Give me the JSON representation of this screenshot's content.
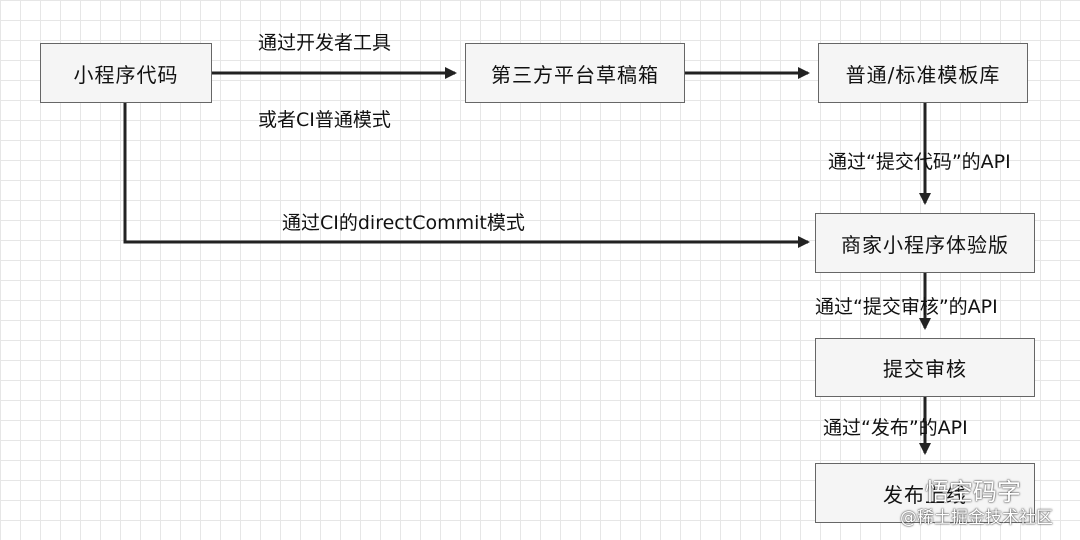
{
  "nodes": {
    "miniprogram_code": "小程序代码",
    "thirdparty_drafts": "第三方平台草稿箱",
    "template_library": "普通/标准模板库",
    "merchant_trial": "商家小程序体验版",
    "submit_review": "提交审核",
    "publish": "发布上线"
  },
  "edges": {
    "devtools_top": "通过开发者工具",
    "devtools_bottom": "或者CI普通模式",
    "ci_direct_commit": "通过CI的directCommit模式",
    "commit_code_api": "通过“提交代码”的API",
    "submit_review_api": "通过“提交审核”的API",
    "release_api": "通过“发布”的API"
  },
  "watermark": {
    "name": "悟空码字",
    "source": "@稀土掘金技术社区"
  }
}
